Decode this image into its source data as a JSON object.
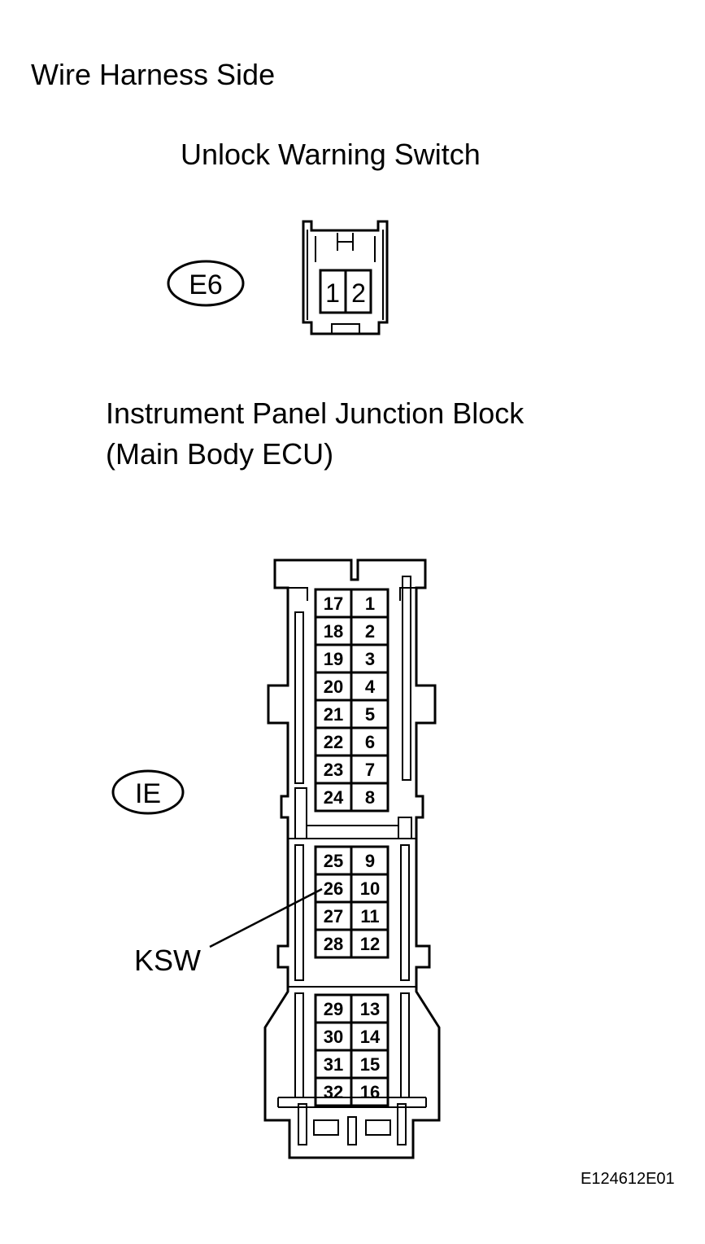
{
  "heading": "Wire Harness Side",
  "unlock_switch": {
    "title": "Unlock Warning Switch",
    "tag": "E6",
    "pins": [
      "1",
      "2"
    ]
  },
  "junction_block": {
    "title_line1": "Instrument Panel Junction Block",
    "title_line2": "(Main Body ECU)",
    "tag": "IE",
    "callout_label": "KSW",
    "sections": [
      {
        "rows": [
          [
            "17",
            "1"
          ],
          [
            "18",
            "2"
          ],
          [
            "19",
            "3"
          ],
          [
            "20",
            "4"
          ],
          [
            "21",
            "5"
          ],
          [
            "22",
            "6"
          ],
          [
            "23",
            "7"
          ],
          [
            "24",
            "8"
          ]
        ]
      },
      {
        "rows": [
          [
            "25",
            "9"
          ],
          [
            "26",
            "10"
          ],
          [
            "27",
            "11"
          ],
          [
            "28",
            "12"
          ]
        ]
      },
      {
        "rows": [
          [
            "29",
            "13"
          ],
          [
            "30",
            "14"
          ],
          [
            "31",
            "15"
          ],
          [
            "32",
            "16"
          ]
        ]
      }
    ]
  },
  "figure_code": "E124612E01"
}
